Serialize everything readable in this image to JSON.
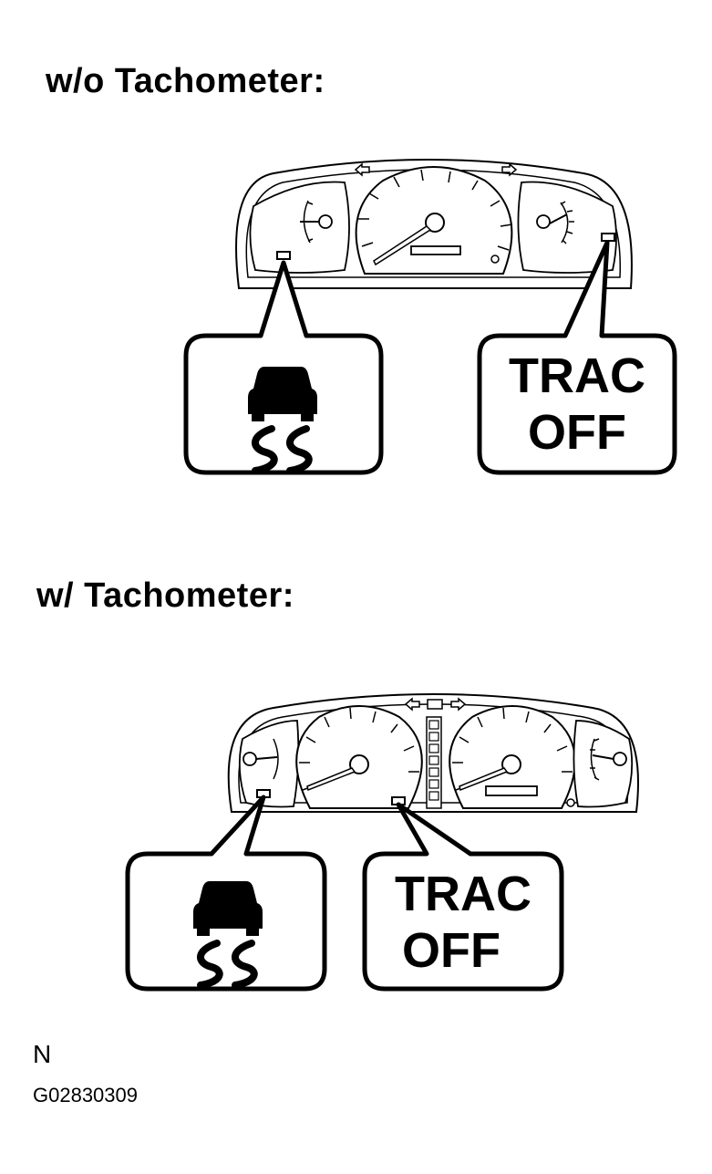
{
  "sections": [
    {
      "heading": "w/o Tachometer:",
      "trac_line1": "TRAC",
      "trac_line2": "OFF"
    },
    {
      "heading": "w/ Tachometer:",
      "trac_line1": "TRAC",
      "trac_line2": "OFF"
    }
  ],
  "footer": {
    "letter": "N",
    "code": "G02830309"
  }
}
